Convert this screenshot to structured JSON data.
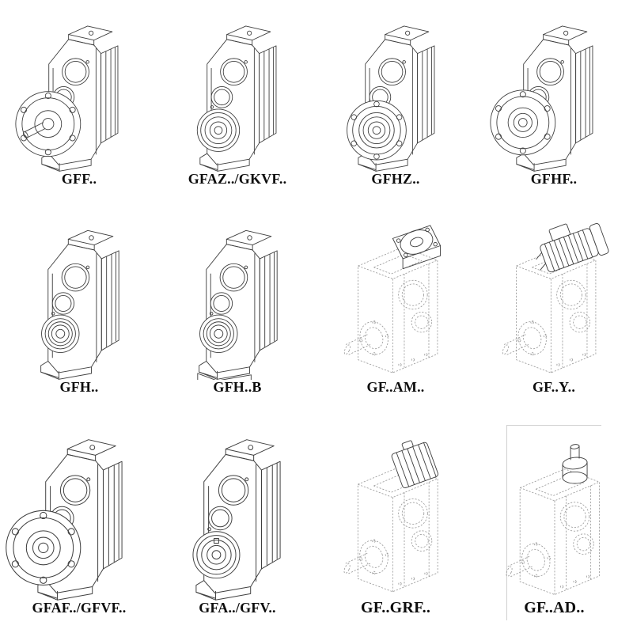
{
  "page": {
    "background": "#ffffff",
    "line_color": "#3f3f3f",
    "dashed_line_color": "#999999"
  },
  "cells": [
    {
      "label": "GFF..",
      "drawing": "flange-mounted-gear-unit-solid-shaft",
      "line_style": "solid"
    },
    {
      "label": "GFAZ../GKVF..",
      "drawing": "hollow-shaft-gear-unit",
      "line_style": "solid"
    },
    {
      "label": "GFHZ..",
      "drawing": "hollow-shaft-gear-unit-bolt-circle",
      "line_style": "solid"
    },
    {
      "label": "GFHF..",
      "drawing": "flange-mounted-hollow-shaft-gear-unit",
      "line_style": "solid"
    },
    {
      "label": "GFH..",
      "drawing": "foot-mounted-gear-unit",
      "line_style": "solid"
    },
    {
      "label": "GFH..B",
      "drawing": "foot-mounted-gear-unit-with-base-plate",
      "line_style": "solid"
    },
    {
      "label": "GF..AM..",
      "drawing": "gear-unit-with-motor-adapter-flange",
      "line_style": "dashed"
    },
    {
      "label": "GF..Y..",
      "drawing": "gear-unit-with-mounted-motor",
      "line_style": "dashed"
    },
    {
      "label": "GFAF../GFVF..",
      "drawing": "flange-mounted-hollow-shaft-gear-unit",
      "line_style": "solid"
    },
    {
      "label": "GFA../GFV..",
      "drawing": "hollow-shaft-gear-unit-keyed",
      "line_style": "solid"
    },
    {
      "label": "GF..GRF..",
      "drawing": "gear-unit-with-input-adapter",
      "line_style": "dashed"
    },
    {
      "label": "GF..AD..",
      "drawing": "gear-unit-with-input-shaft-adapter",
      "line_style": "dashed"
    }
  ]
}
